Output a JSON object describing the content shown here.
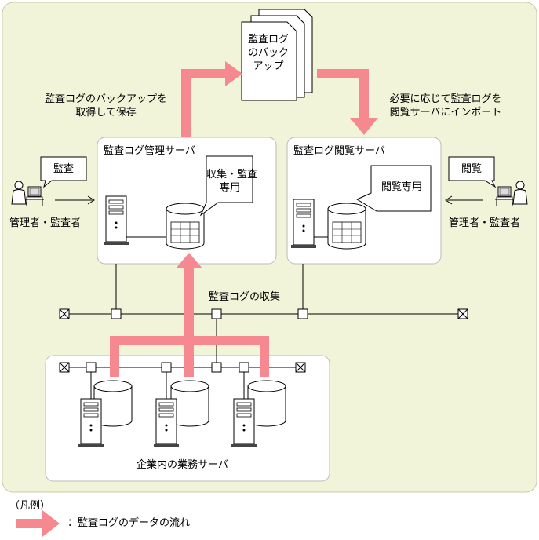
{
  "backup_doc": {
    "line1": "監査ログ",
    "line2": "のバック",
    "line3": "アップ"
  },
  "backup_note": {
    "line1": "監査ログのバックアップを",
    "line2": "取得して保存"
  },
  "import_note": {
    "line1": "必要に応じて監査ログを",
    "line2": "閲覧サーバにインポート"
  },
  "mgmt_server": {
    "title": "監査ログ管理サーバ",
    "callout_line1": "収集・監査",
    "callout_line2": "専用"
  },
  "view_server": {
    "title": "監査ログ閲覧サーバ",
    "callout": "閲覧専用"
  },
  "left_actor": {
    "bubble": "監査",
    "label": "管理者・監査者"
  },
  "right_actor": {
    "bubble": "閲覧",
    "label": "管理者・監査者"
  },
  "network_label": "監査ログの収集",
  "business_servers": {
    "label": "企業内の業務サーバ"
  },
  "legend": {
    "heading": "（凡例）",
    "item": "：監査ログのデータの流れ"
  },
  "colors": {
    "flow_arrow": "#f6888f",
    "background_area": "#f2f4d9",
    "panel_border": "#c8cba8"
  }
}
